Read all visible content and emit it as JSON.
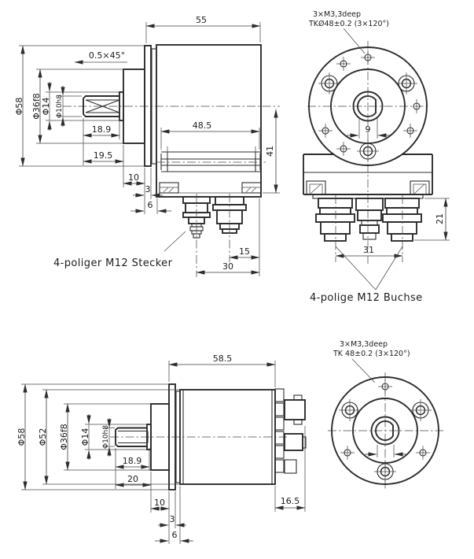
{
  "views": {
    "top_side": {
      "dim_55": "55",
      "chamfer_note": "0.5×45°",
      "dia58": "Φ58",
      "dia36": "Φ36f8",
      "dia14": "Φ14",
      "dia10": "Φ10h8",
      "dim_189": "18.9",
      "dim_195": "19.5",
      "dim_10": "10",
      "dim_3": "3",
      "dim_6": "6",
      "dim_485": "48.5",
      "dim_41": "41",
      "dim_15": "15",
      "dim_30": "30",
      "plug_label": "4-poliger M12 Stecker"
    },
    "top_front": {
      "note1": "3×M3,3deep",
      "note2": "TKØ48±0.2 (3×120°)",
      "dim_9": "9",
      "dim_31": "31",
      "dim_21": "21",
      "socket_label": "4-polige M12 Buchse"
    },
    "bottom_side": {
      "dim_585": "58.5",
      "dia58": "Φ58",
      "dia52": "Φ52",
      "dia36": "Φ36f8",
      "dia14": "Φ14",
      "dia10": "Φ10h8",
      "dim_189": "18.9",
      "dim_20": "20",
      "dim_10": "10",
      "dim_3": "3",
      "dim_6": "6",
      "dim_165": "16.5"
    },
    "bottom_front": {
      "note1": "3×M3,3deep",
      "note2": "TK 48±0.2 (3×120°)"
    }
  },
  "colors": {
    "line": "#2d2d2d",
    "text": "#1d1d1d",
    "background": "#ffffff"
  }
}
